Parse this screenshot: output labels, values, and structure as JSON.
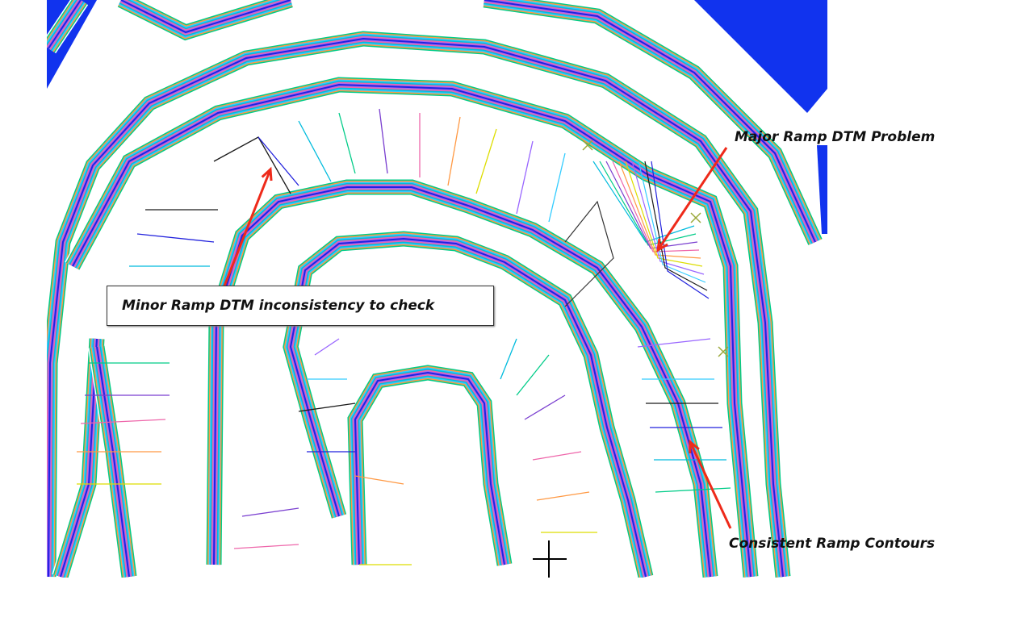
{
  "annotations": {
    "major": "Major Ramp DTM Problem",
    "minor": "Minor Ramp DTM inconsistency to check",
    "consistent": "Consistent Ramp Contours"
  },
  "colors": {
    "arrow": "#ee2a1a",
    "fill_blue": "#1133ee",
    "contour_cycle": [
      "#1a1a1a",
      "#2222dd",
      "#00bbdd",
      "#00cc88",
      "#7a3fd0",
      "#ee66aa",
      "#ff9944",
      "#dddd00",
      "#9966ff",
      "#33ccff"
    ]
  }
}
